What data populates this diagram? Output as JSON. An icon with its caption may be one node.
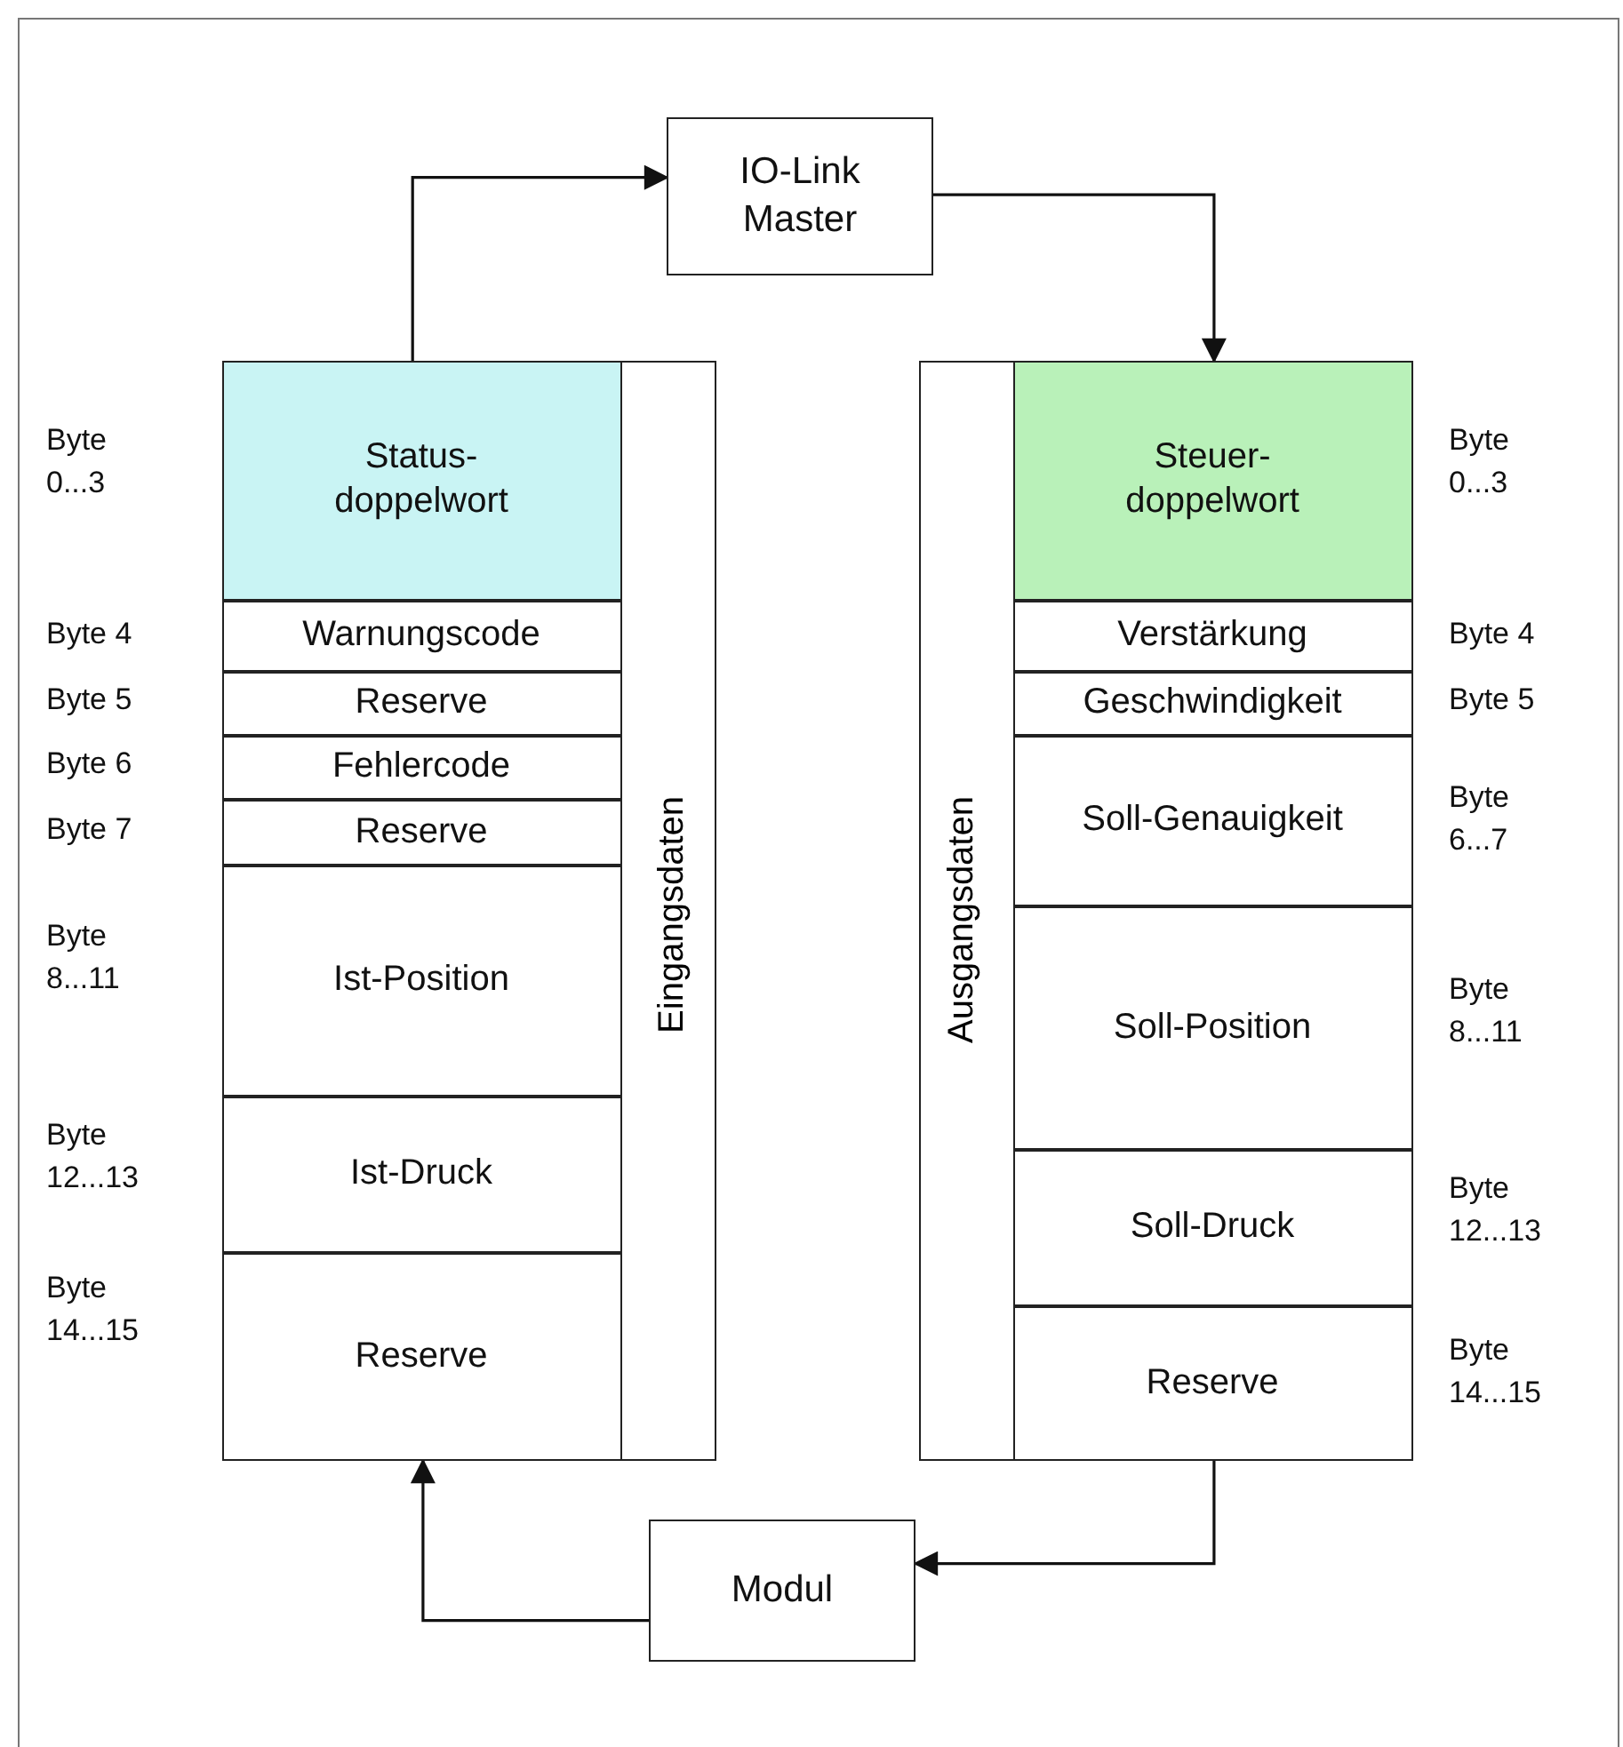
{
  "diagram": {
    "nodes": [
      {
        "text": [
          "IO-Link Master"
        ]
      },
      {
        "text": [
          "Eingangsdaten"
        ]
      },
      {
        "text": [
          "Status- doppelwort"
        ],
        "in": 1,
        "beside": [
          "Byte 0...3"
        ]
      },
      {
        "text": [
          "Warnungscode"
        ],
        "in": 1,
        "beside": [
          "Byte 4"
        ]
      },
      {
        "text": [
          "Reserve"
        ],
        "in": 1,
        "beside": [
          "Byte 5"
        ]
      },
      {
        "text": [
          "Fehlercode"
        ],
        "in": 1,
        "beside": [
          "Byte 6"
        ]
      },
      {
        "text": [
          "Reserve"
        ],
        "in": 1,
        "beside": [
          "Byte 7"
        ]
      },
      {
        "text": [
          "Ist-Position"
        ],
        "in": 1,
        "beside": [
          "Byte 8...11"
        ]
      },
      {
        "text": [
          "Ist-Druck"
        ],
        "in": 1,
        "beside": [
          "Byte 12...13"
        ]
      },
      {
        "text": [
          "Reserve"
        ],
        "in": 1,
        "beside": [
          "Byte 14...15"
        ]
      },
      {
        "text": [
          "Ausgangsdaten"
        ]
      },
      {
        "text": [
          "Steuer- doppelwort"
        ],
        "in": 10,
        "beside": [
          "Byte 0...3"
        ]
      },
      {
        "text": [
          "Verstärkung"
        ],
        "in": 10,
        "beside": [
          "Byte 4"
        ]
      },
      {
        "text": [
          "Geschwindigkeit"
        ],
        "in": 10,
        "beside": [
          "Byte 5"
        ]
      },
      {
        "text": [
          "Soll-Genauigkeit"
        ],
        "in": 10,
        "beside": [
          "Byte 6...7"
        ]
      },
      {
        "text": [
          "Soll-Position"
        ],
        "in": 10,
        "beside": [
          "Byte 8...11"
        ]
      },
      {
        "text": [
          "Soll-Druck"
        ],
        "in": 10,
        "beside": [
          "Byte 12...13"
        ]
      },
      {
        "text": [
          "Reserve"
        ],
        "in": 10,
        "beside": [
          "Byte 14...15"
        ]
      },
      {
        "text": [
          "Modul"
        ]
      }
    ],
    "edges": [
      {
        "from": 2,
        "to": 0,
        "arrow": "to"
      },
      {
        "from": 0,
        "to": 11,
        "arrow": "to"
      },
      {
        "from": 17,
        "to": 18,
        "arrow": "to"
      },
      {
        "from": 18,
        "to": 9,
        "arrow": "to"
      }
    ]
  }
}
